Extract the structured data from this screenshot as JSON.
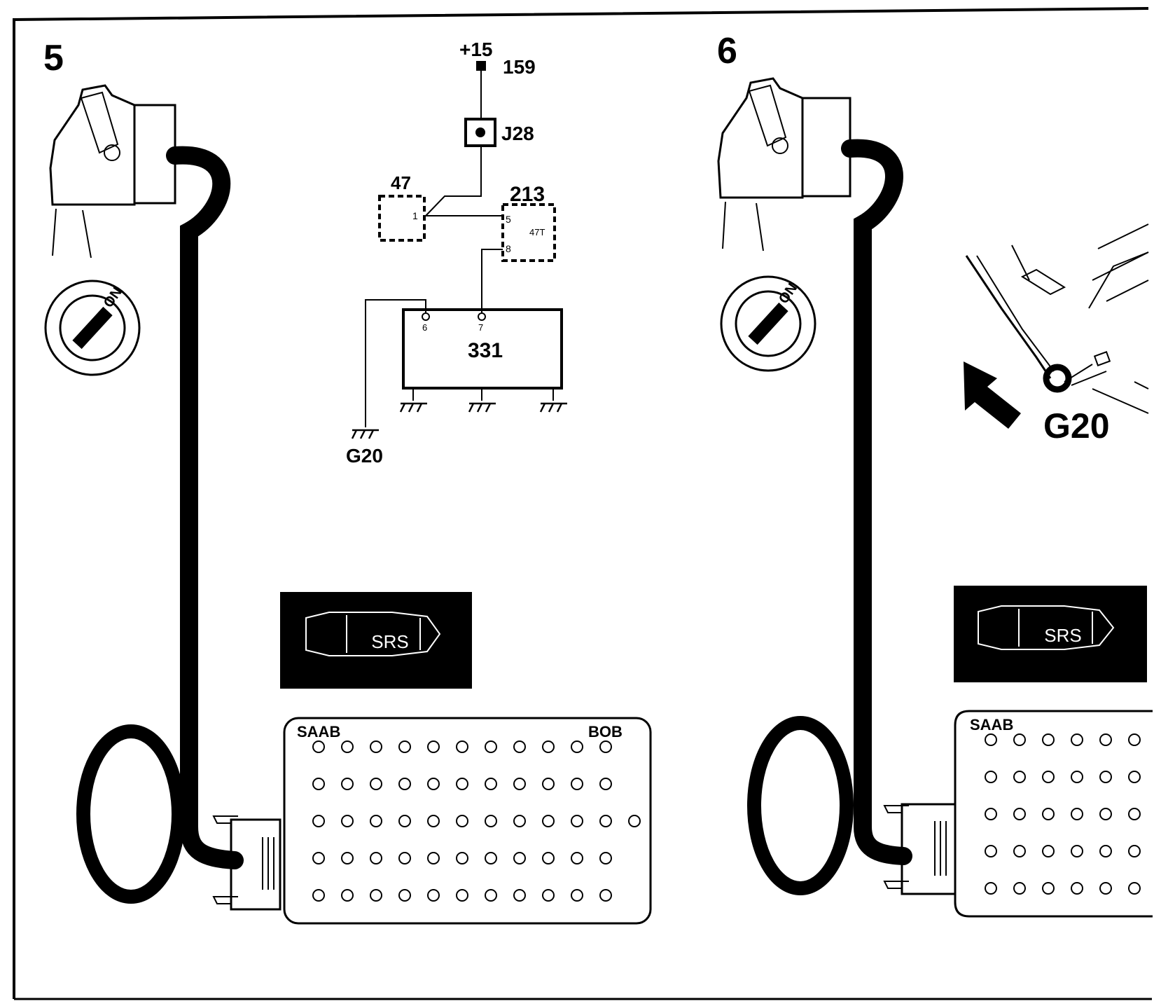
{
  "panels": [
    {
      "number": "5",
      "ignition_label": "ON",
      "warning_text": "SRS",
      "breakout_box": {
        "brand": "SAAB",
        "name": "BOB"
      }
    },
    {
      "number": "6",
      "ignition_label": "ON",
      "warning_text": "SRS",
      "breakout_box": {
        "brand": "SAAB"
      },
      "ground_label": "G20"
    }
  ],
  "circuit": {
    "supply": "+15",
    "supply_ref": "159",
    "connector": "J28",
    "comp_47": {
      "label": "47",
      "pin": "1"
    },
    "comp_213": {
      "label": "213",
      "pin5": "5",
      "pin8": "8",
      "inner": "47T"
    },
    "comp_331": {
      "label": "331",
      "pin6": "6",
      "pin7": "7"
    },
    "ground": "G20"
  }
}
